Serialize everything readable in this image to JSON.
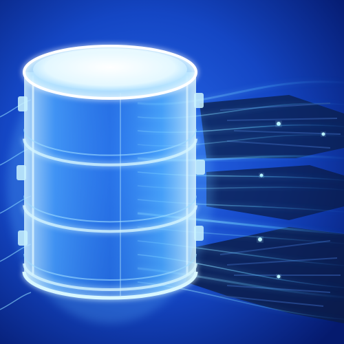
{
  "scene": {
    "subject": "database-cylinder-illustration",
    "icon": "database-icon",
    "colors": {
      "background_center": "#1f5fe0",
      "background_edge": "#051a6e",
      "glow": "#9fe9ff",
      "cylinder_body": "#3a8df0",
      "cylinder_top": "#e9fbff",
      "fiber_light": "#7fdcff",
      "circuit_dark": "#0b1f4a"
    },
    "disk_levels": 3,
    "light_strands": 14
  }
}
